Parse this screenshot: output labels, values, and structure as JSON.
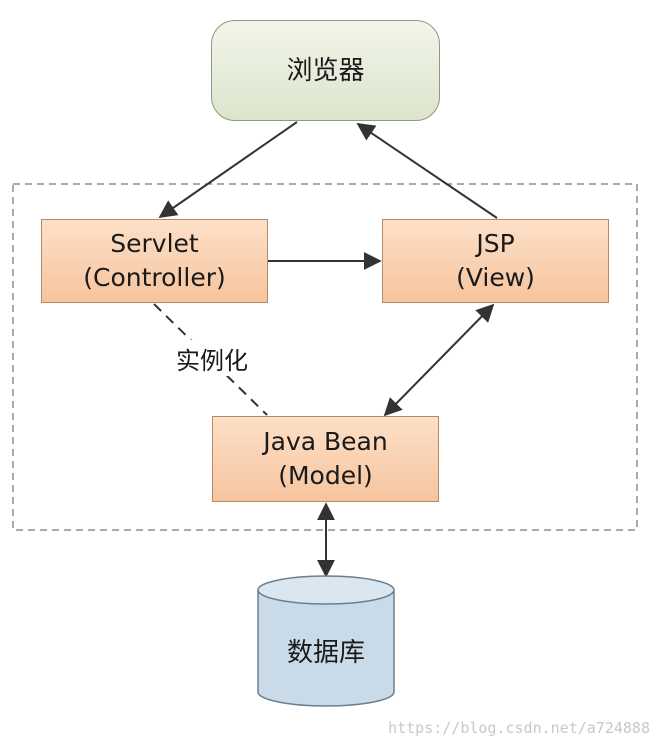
{
  "nodes": {
    "browser": "浏览器",
    "servlet": {
      "line1": "Servlet",
      "line2": "(Controller)"
    },
    "jsp": {
      "line1": "JSP",
      "line2": "(View)"
    },
    "bean": {
      "line1": "Java Bean",
      "line2": "(Model)"
    },
    "database": "数据库"
  },
  "edges": {
    "instantiate_label": "实例化"
  },
  "watermark": "https://blog.csdn.net/a724888",
  "colors": {
    "process_fill": "#f9d3b4",
    "browser_fill": "#e4ead7",
    "database_fill": "#c9dbe8",
    "line": "#333333"
  }
}
